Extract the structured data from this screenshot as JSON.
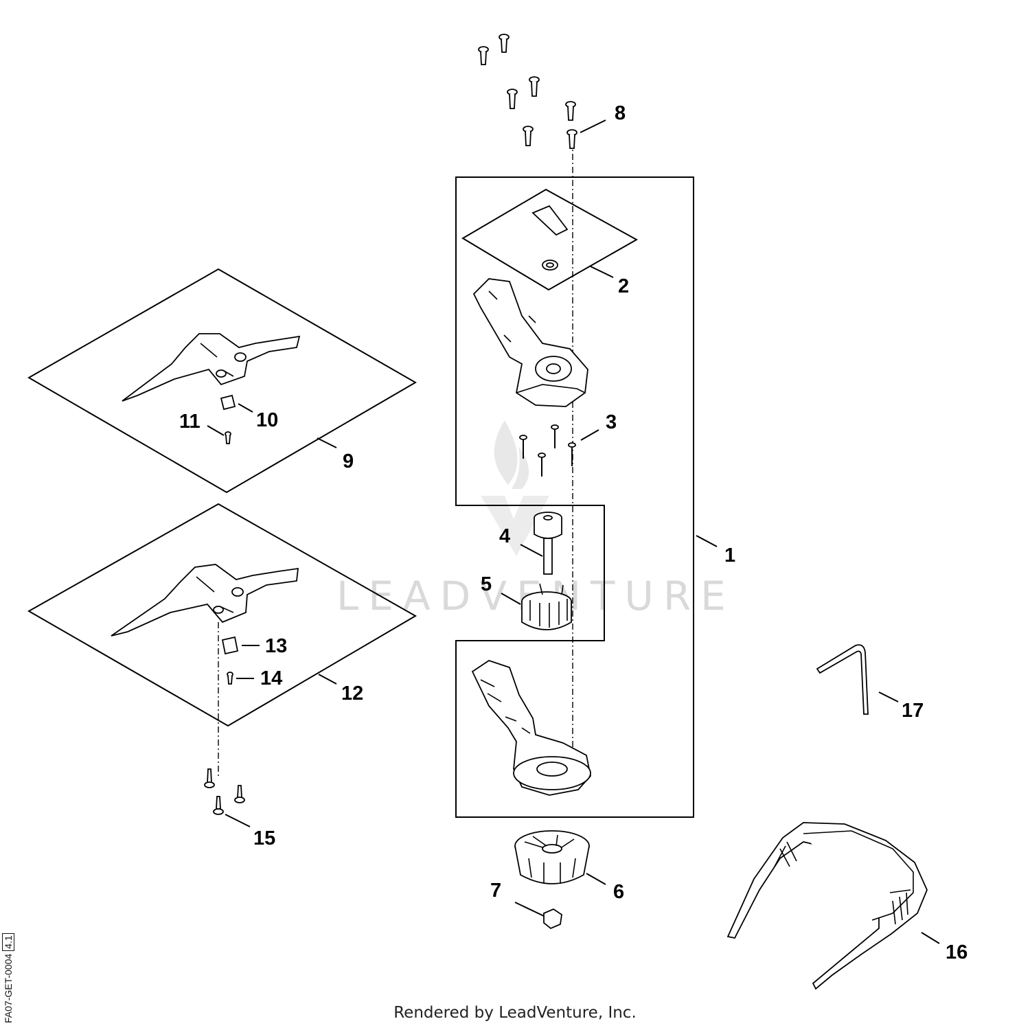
{
  "callouts": {
    "c1": "1",
    "c2": "2",
    "c3": "3",
    "c4": "4",
    "c5": "5",
    "c6": "6",
    "c7": "7",
    "c8": "8",
    "c9": "9",
    "c10": "10",
    "c11": "11",
    "c12": "12",
    "c13": "13",
    "c14": "14",
    "c15": "15",
    "c16": "16",
    "c17": "17"
  },
  "watermark": "LEADVENTURE",
  "footer": "Rendered by LeadVenture, Inc.",
  "doc_code": "FA07-GET-0004",
  "doc_rev": "4.1"
}
